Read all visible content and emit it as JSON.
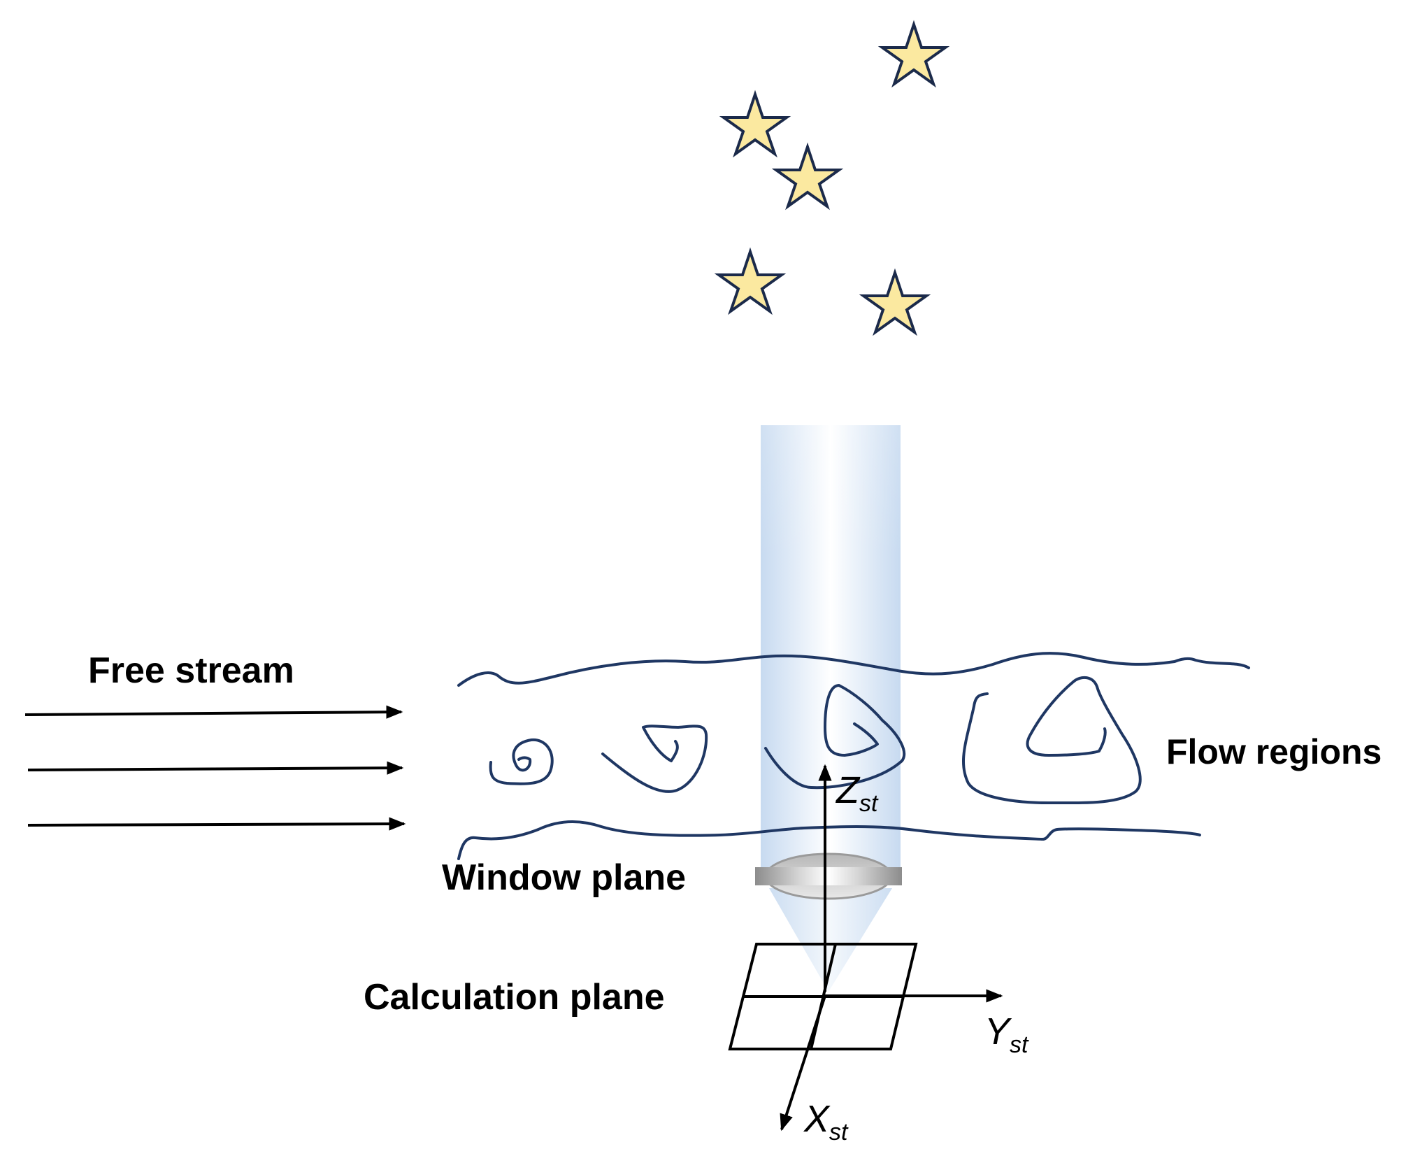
{
  "labels": {
    "free_stream": "Free stream",
    "flow_regions": "Flow regions",
    "window_plane": "Window plane",
    "calculation_plane": "Calculation plane"
  },
  "axes": {
    "z": {
      "main": "Z",
      "sub": "st"
    },
    "y": {
      "main": "Y",
      "sub": "st"
    },
    "x": {
      "main": "X",
      "sub": "st"
    }
  },
  "colors": {
    "flow_line": "#1f3763",
    "star_fill": "#fbe9a0",
    "star_stroke": "#1b2a4a",
    "beam": "#c9dcf0",
    "window": "#9a9a9a",
    "arrow": "#000000"
  },
  "icons": {
    "star": "star-icon",
    "arrow": "arrow-right-icon",
    "lens": "window-lens-icon"
  }
}
